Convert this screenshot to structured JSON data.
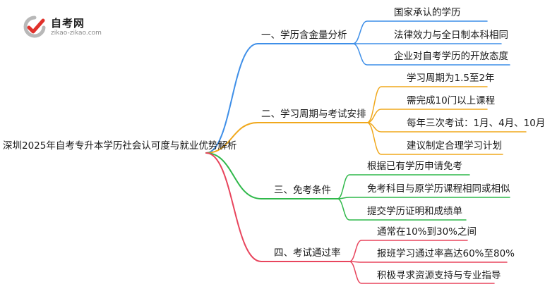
{
  "logo": {
    "title": "自考网",
    "url": "zikao-zikao.com"
  },
  "mindmap": {
    "root": "深圳2025年自考专升本学历社会认可度与就业优势解析",
    "branches": [
      {
        "label": "一、学历含金量分析",
        "color": "#3f8fe8",
        "children": [
          "国家承认的学历",
          "法律效力与全日制本科相同",
          "企业对自考学历的开放态度"
        ]
      },
      {
        "label": "二、学习周期与考试安排",
        "color": "#f0a81c",
        "children": [
          "学习周期为1.5至2年",
          "需完成10门以上课程",
          "每年三次考试：1月、4月、10月",
          "建议制定合理学习计划"
        ]
      },
      {
        "label": "三、免考条件",
        "color": "#2fb84a",
        "children": [
          "根据已有学历申请免考",
          "免考科目与原学历课程相同或相似",
          "提交学历证明和成绩单"
        ]
      },
      {
        "label": "四、考试通过率",
        "color": "#e8455d",
        "children": [
          "通常在10%到30%之间",
          "报班学习通过率高达60%至80%",
          "积极寻求资源支持与专业指导"
        ]
      }
    ]
  },
  "colors": {
    "logo_gray": "#b8b8b8",
    "logo_red": "#e0312b"
  }
}
